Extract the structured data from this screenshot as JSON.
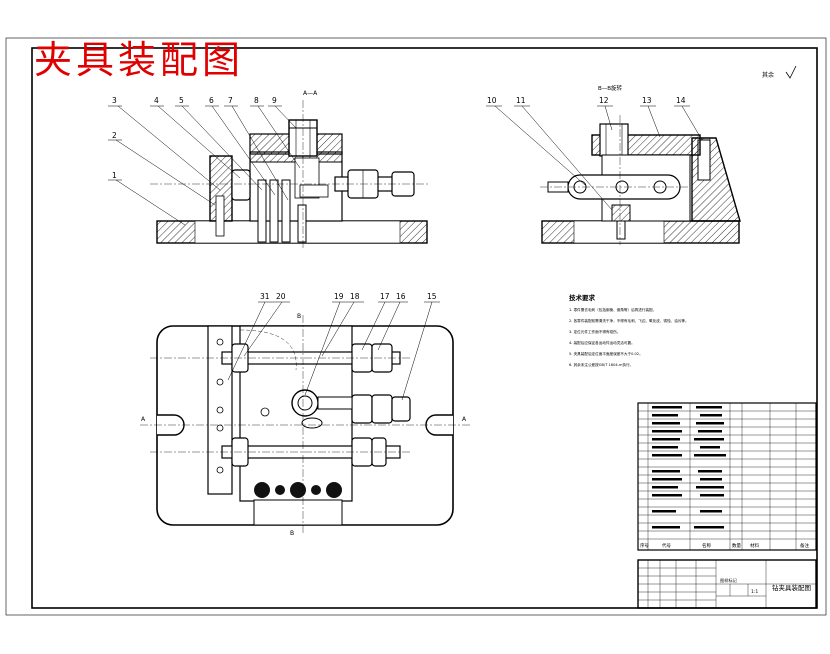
{
  "red_title": "夹具装配图",
  "views": {
    "front_section": {
      "label": "A—A"
    },
    "side_section": {
      "label": "B—B旋转"
    },
    "top_view": {
      "section_marks": [
        {
          "id": "a-left",
          "text": "A"
        },
        {
          "id": "a-right",
          "text": "A"
        },
        {
          "id": "b-top",
          "text": "B"
        },
        {
          "id": "b-bottom",
          "text": "B"
        }
      ]
    }
  },
  "part_callouts": {
    "front": [
      "3",
      "4",
      "5",
      "6",
      "7",
      "8",
      "9",
      "2",
      "1"
    ],
    "side": [
      "10",
      "11",
      "12",
      "13",
      "14"
    ],
    "top": [
      "31",
      "20",
      "19",
      "18",
      "17",
      "16",
      "15"
    ]
  },
  "surface_mark": "其余",
  "tech_requirements": {
    "title": "技术要求",
    "items": [
      "1. 零件需去毛刺（包括倒棱、倒角等）后再进行装配。",
      "2. 各零件装配前需清洗干净，不得有毛刺、飞边、氧化皮、锈蚀、油污等。",
      "3. 定位元件工作面不得有碰伤。",
      "4. 装配后应保证各运动件运动灵活可靠。",
      "5. 夹具装配后定位面平面度误差不大于0.02。",
      "6. 其余未注公差按GB/T 1804-m执行。"
    ]
  },
  "bom_header": [
    "序号",
    "代号",
    "名称",
    "数量",
    "材料",
    "备注"
  ],
  "title_block": {
    "drawing_name": "钻夹具装配图",
    "scale": "1:1",
    "material_label": "图样标记"
  },
  "colors": {
    "title_red": "#e00000",
    "line": "#000000",
    "hatch": "#000000"
  }
}
